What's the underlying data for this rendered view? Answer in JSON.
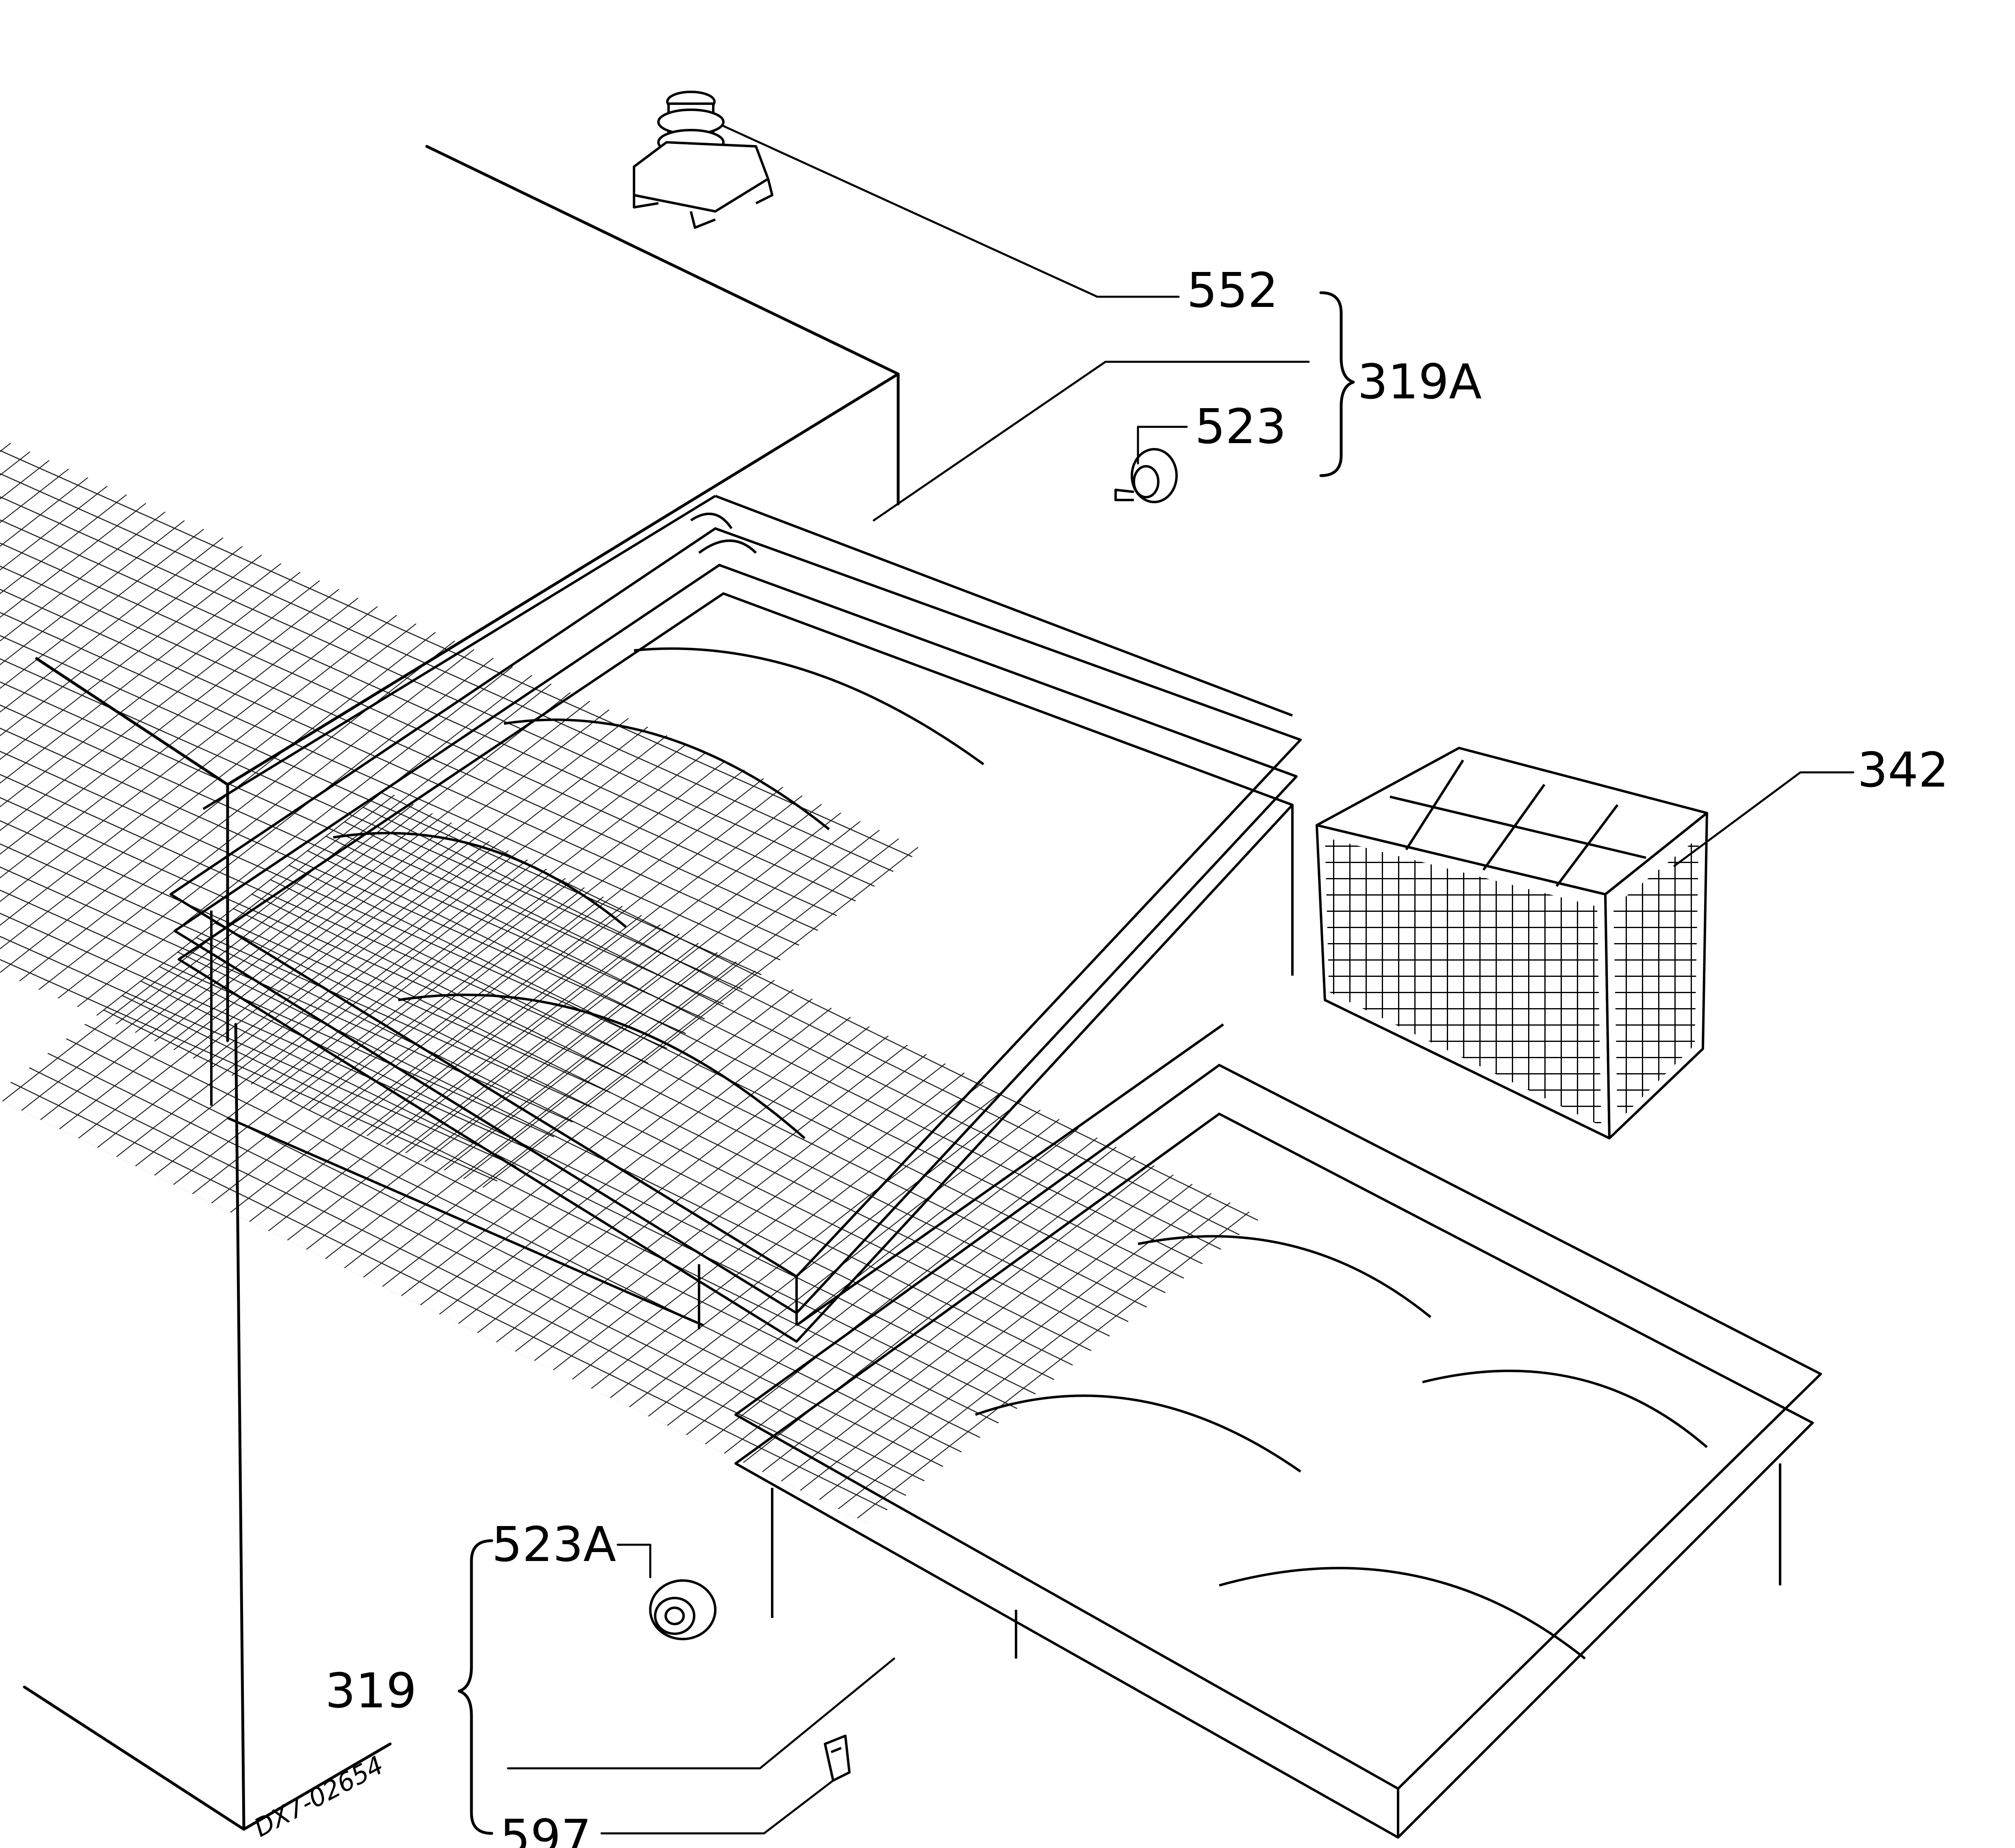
{
  "labels": {
    "p552": "552",
    "p319A": "319A",
    "p523": "523",
    "p342": "342",
    "p523A": "523A",
    "p319": "319",
    "p597": "597"
  },
  "drawing_code": "DX7-02654"
}
